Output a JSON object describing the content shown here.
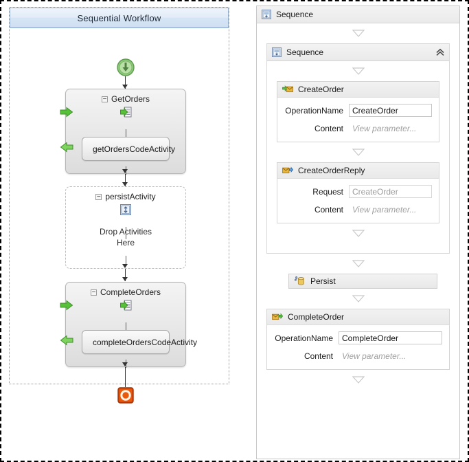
{
  "left_panel": {
    "title": "Sequential Workflow",
    "start_icon": "start-green-arrow-icon",
    "stop_icon": "stop-red-icon",
    "activities": [
      {
        "name": "GetOrders",
        "collapse_glyph": "−",
        "type_icon": "receive-activity-icon",
        "entry_arrow_icon": "green-right-arrow-icon",
        "exit_arrow_icon": "green-left-arrow-icon",
        "child": {
          "label": "getOrdersCodeActivity",
          "icon": "code-activity-icon"
        }
      },
      {
        "name": "persistActivity",
        "collapse_glyph": "−",
        "type_icon": "persist-activity-icon",
        "drop_text_line1": "Drop Activities",
        "drop_text_line2": "Here"
      },
      {
        "name": "CompleteOrders",
        "collapse_glyph": "−",
        "type_icon": "receive-activity-icon",
        "entry_arrow_icon": "green-right-arrow-icon",
        "exit_arrow_icon": "green-left-arrow-icon",
        "child": {
          "label": "completeOrdersCodeActivity",
          "icon": "code-activity-icon"
        }
      }
    ]
  },
  "right_panel": {
    "outer_sequence": {
      "title": "Sequence",
      "icon": "sequence-icon"
    },
    "inner_sequence": {
      "title": "Sequence",
      "icon": "sequence-icon",
      "collapse_icon": "chevron-double-up-icon"
    },
    "cards": [
      {
        "title": "CreateOrder",
        "icon": "receive-message-icon",
        "fields": [
          {
            "label": "OperationName",
            "value": "CreateOrder",
            "style": "value"
          },
          {
            "label": "Content",
            "value": "View parameter...",
            "style": "placeholder"
          }
        ]
      },
      {
        "title": "CreateOrderReply",
        "icon": "send-reply-message-icon",
        "fields": [
          {
            "label": "Request",
            "value": "CreateOrder",
            "style": "disabled"
          },
          {
            "label": "Content",
            "value": "View parameter...",
            "style": "placeholder"
          }
        ]
      },
      {
        "title": "CompleteOrder",
        "icon": "receive-message-icon",
        "fields": [
          {
            "label": "OperationName",
            "value": "CompleteOrder",
            "style": "value"
          },
          {
            "label": "Content",
            "value": "View parameter...",
            "style": "placeholder"
          }
        ]
      }
    ],
    "persist": {
      "label": "Persist",
      "icon": "persist-database-icon"
    },
    "drop_triangle_icon": "drop-target-triangle-icon"
  }
}
